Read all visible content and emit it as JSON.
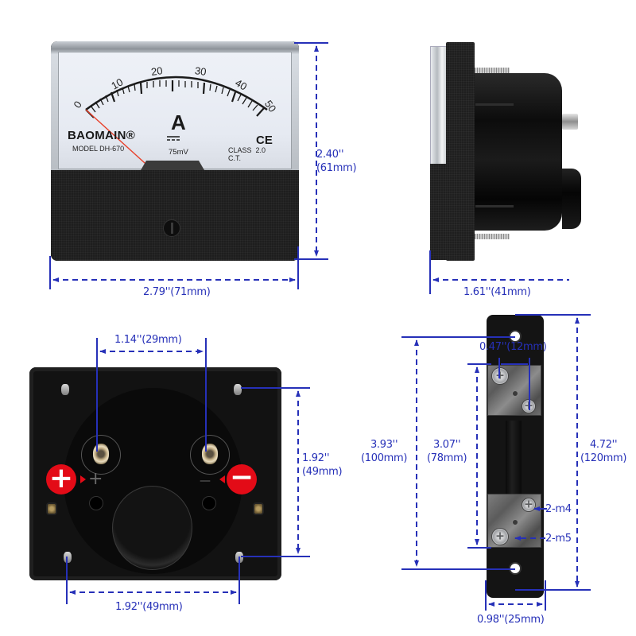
{
  "front_view": {
    "dial": {
      "scale_labels": [
        "0",
        "10",
        "20",
        "30",
        "40",
        "50"
      ],
      "brand": "BAOMAIN®",
      "model": "MODEL DH-670",
      "unit": "A",
      "dc_symbol": "⎓",
      "rating": "75mV",
      "accuracy_class": "CLASS  2.0",
      "ct_label": "C.T.",
      "ce_mark": "CE"
    },
    "height_dimension": {
      "inch": "2.40''",
      "mm": "(61mm)"
    },
    "width_dimension": {
      "label": "2.79''(71mm)"
    }
  },
  "side_view": {
    "depth_dimension": {
      "label": "1.61''(41mm)"
    }
  },
  "rear_view": {
    "terminal_spacing": {
      "label": "1.14''(29mm)"
    },
    "vertical_hole_spacing": {
      "inch": "1.92''",
      "mm": "(49mm)"
    },
    "horizontal_hole_spacing": {
      "label": "1.92''(49mm)"
    },
    "positive_badge": "+",
    "negative_badge": "−",
    "positive_mark": "+",
    "negative_mark": "—"
  },
  "shunt_view": {
    "screw_spacing": {
      "label": "0.47''(12mm)"
    },
    "hole_spacing": {
      "inch": "3.93''",
      "mm": "(100mm)"
    },
    "terminal_spacing": {
      "inch": "3.07''",
      "mm": "(78mm)"
    },
    "overall_length": {
      "inch": "4.72''",
      "mm": "(120mm)"
    },
    "width": {
      "label": "0.98''(25mm)"
    },
    "screw_m4_label": "2-m4",
    "screw_m5_label": "2-m5"
  },
  "colors": {
    "dimension_line": "#2630b8",
    "badge_red": "#e30b17",
    "body_black": "#1c1c1c",
    "needle_red": "#e8402a"
  }
}
